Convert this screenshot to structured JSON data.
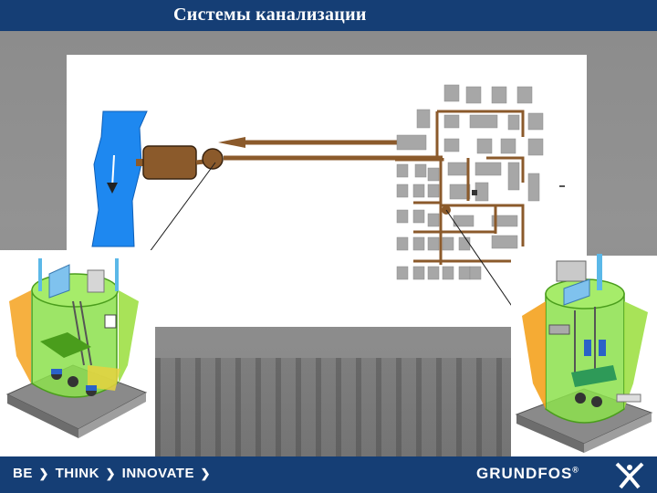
{
  "header": {
    "title": "Системы канализации"
  },
  "footer": {
    "slogan": [
      "BE",
      "THINK",
      "INNOVATE"
    ],
    "slogan_arrow": "❯",
    "brand": "GRUNDFOS",
    "brand_mark": "®"
  },
  "colors": {
    "header_bg": "#153e75",
    "river": "#1e88f0",
    "pipe": "#8b5a2b",
    "building": "#a7a7a7",
    "station_green": "#8ce04c"
  },
  "icons": {
    "river": "river-icon",
    "treatment_tank": "treatment-tank-icon",
    "pump_station": "pump-station-icon",
    "flow_arrow": "flow-arrow-icon",
    "brand_mark": "grundfos-x-icon"
  }
}
